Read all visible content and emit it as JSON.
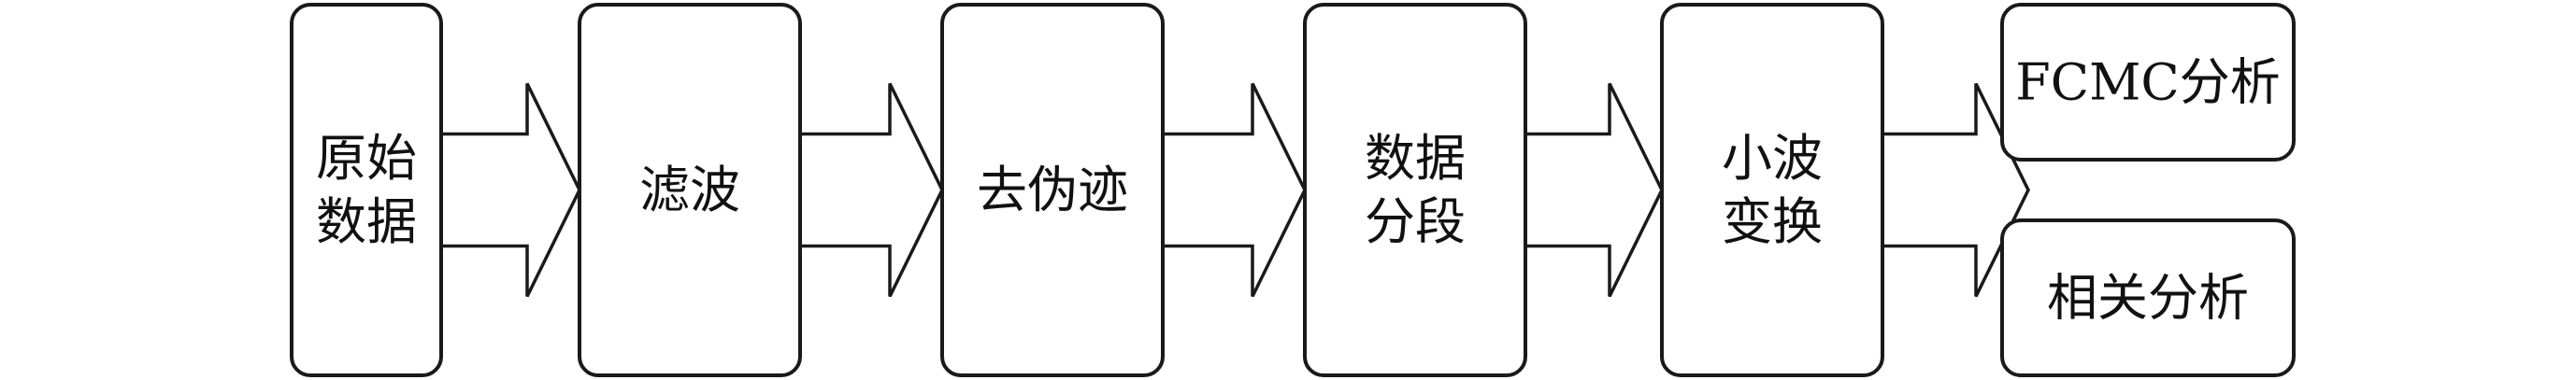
{
  "diagram": {
    "stages": [
      {
        "id": "raw-data",
        "lines": [
          "原始",
          "数据"
        ]
      },
      {
        "id": "filtering",
        "lines": [
          "滤波"
        ]
      },
      {
        "id": "artifact-removal",
        "lines": [
          "去伪迹"
        ]
      },
      {
        "id": "data-segmentation",
        "lines": [
          "数据",
          "分段"
        ]
      },
      {
        "id": "wavelet-transform",
        "lines": [
          "小波",
          "变换"
        ]
      }
    ],
    "outputs": [
      {
        "id": "fcmc-analysis",
        "lines": [
          "FCMC分析"
        ]
      },
      {
        "id": "correlation-analysis",
        "lines": [
          "相关分析"
        ]
      }
    ],
    "colors": {
      "stroke": "#1a1a1a",
      "fill": "#ffffff",
      "text": "#111111"
    }
  }
}
